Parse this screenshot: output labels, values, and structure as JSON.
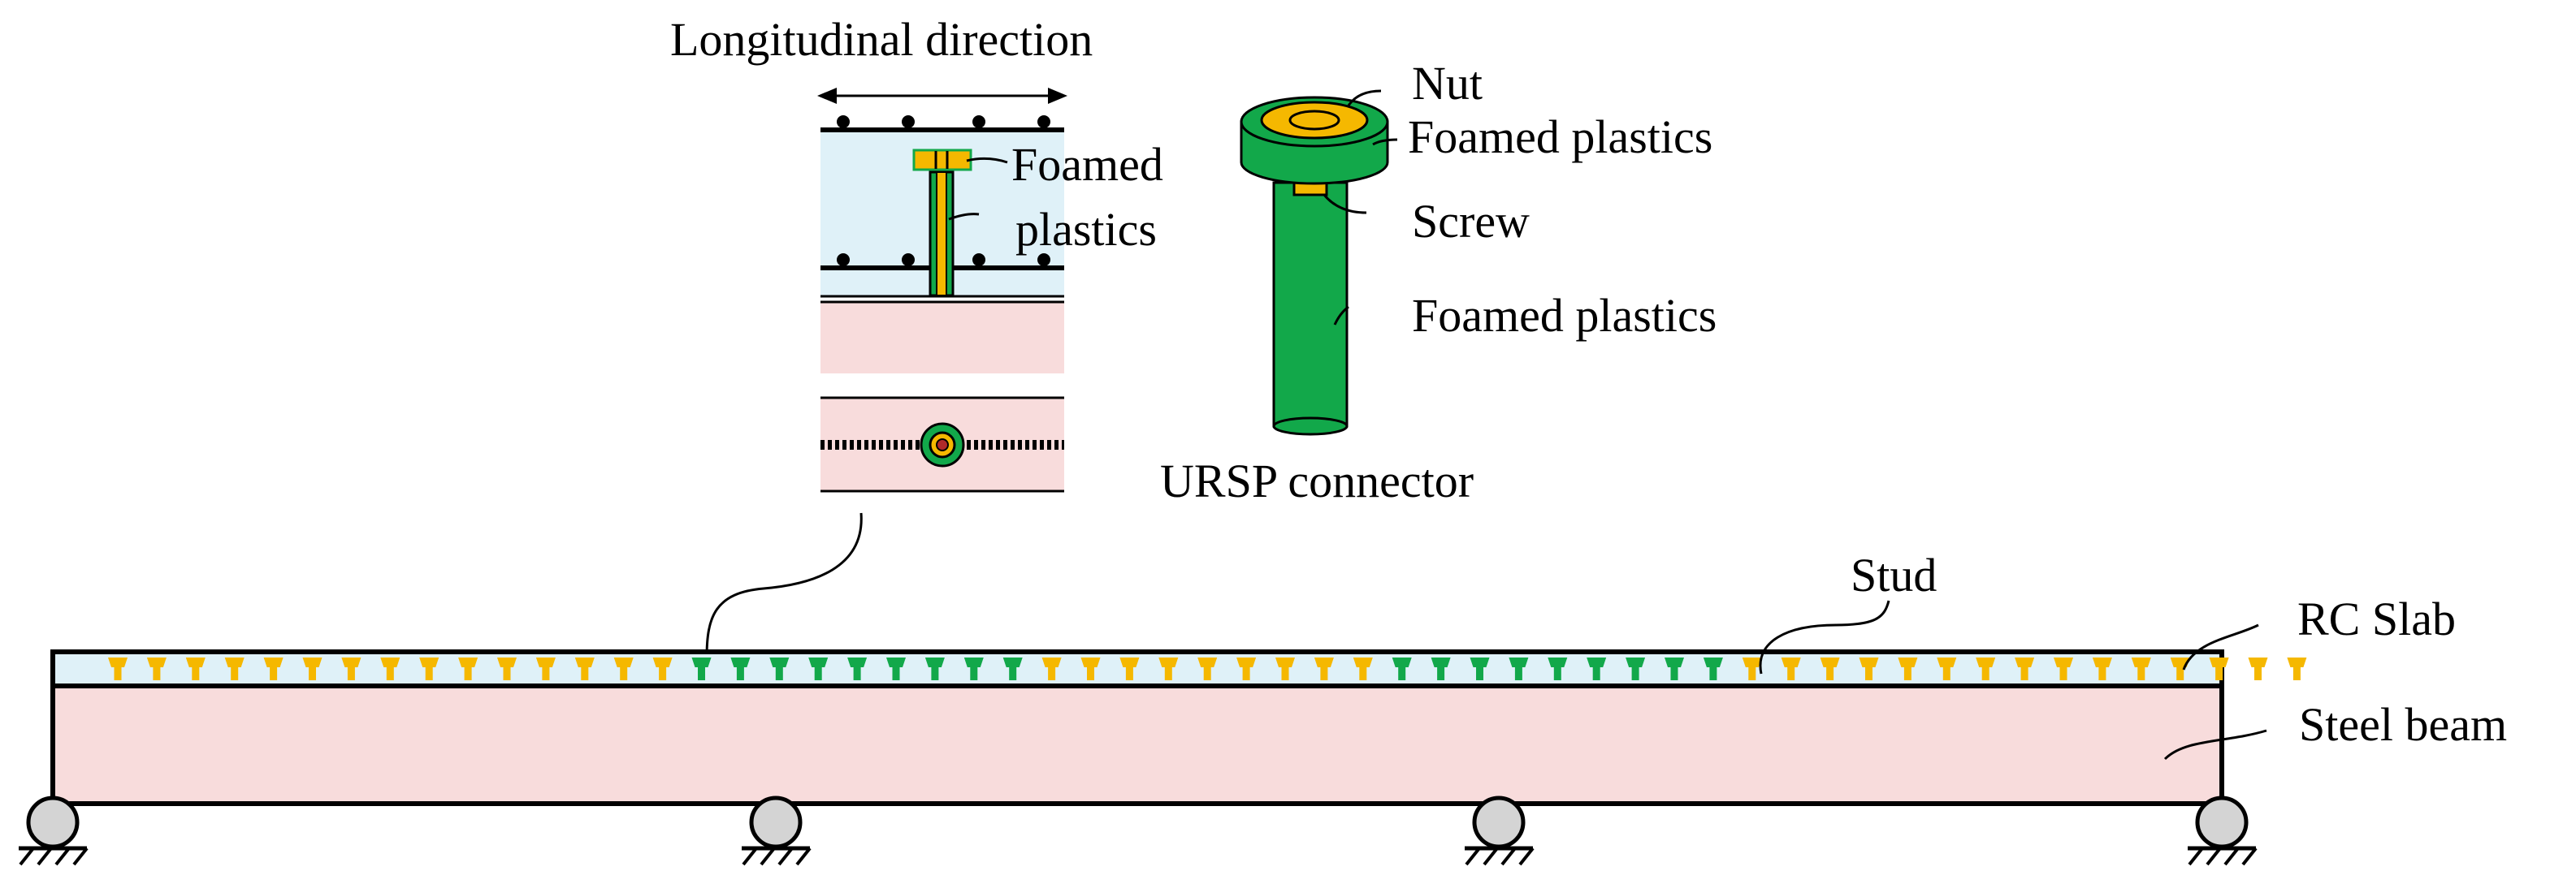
{
  "colors": {
    "slab_fill": "#dff1f8",
    "beam_fill": "#f8dcdc",
    "stud_color": "#f5b800",
    "ursp_green": "#12a84a",
    "support_fill": "#d4d4d4",
    "line": "#000000"
  },
  "labels": {
    "longitudinal_direction": "Longitudinal direction",
    "foamed_line1": "Foamed",
    "foamed_line2": "plastics",
    "nut": "Nut",
    "foamed_plastics_top": "Foamed plastics",
    "screw": "Screw",
    "foamed_plastics_body": "Foamed plastics",
    "ursp_connector": "URSP connector",
    "stud": "Stud",
    "rc_slab": "RC Slab",
    "steel_beam": "Steel beam"
  },
  "connector_layout": [
    {
      "type": "stud",
      "count": 15
    },
    {
      "type": "ursp",
      "count": 9
    },
    {
      "type": "stud",
      "count": 9
    },
    {
      "type": "ursp",
      "count": 9
    },
    {
      "type": "stud",
      "count": 15
    }
  ],
  "support_count": 4
}
